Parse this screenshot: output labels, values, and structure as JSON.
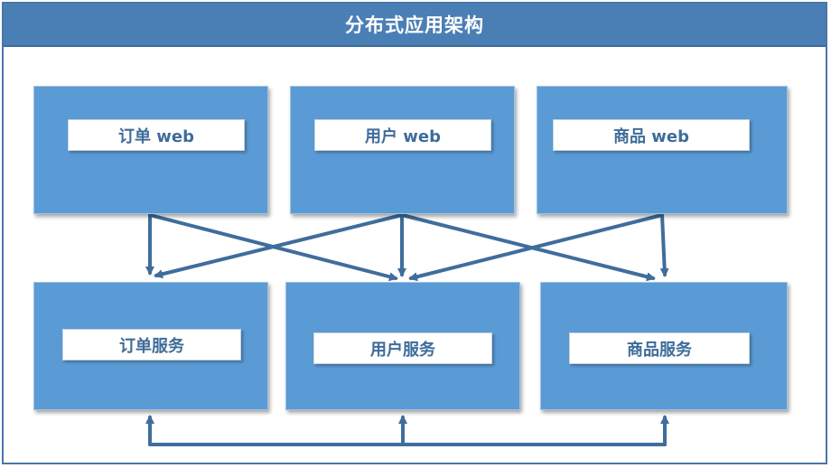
{
  "title": "分布式应用架构",
  "web_tier": [
    {
      "label": "订单 web"
    },
    {
      "label": "用户 web"
    },
    {
      "label": "商品 web"
    }
  ],
  "service_tier": [
    {
      "label": "订单服务"
    },
    {
      "label": "用户服务"
    },
    {
      "label": "商品服务"
    }
  ],
  "colors": {
    "title_bar": "#4a7fb5",
    "box_fill": "#5b9bd5",
    "arrow": "#3f6d9c",
    "label_text": "#3e6c9a"
  }
}
